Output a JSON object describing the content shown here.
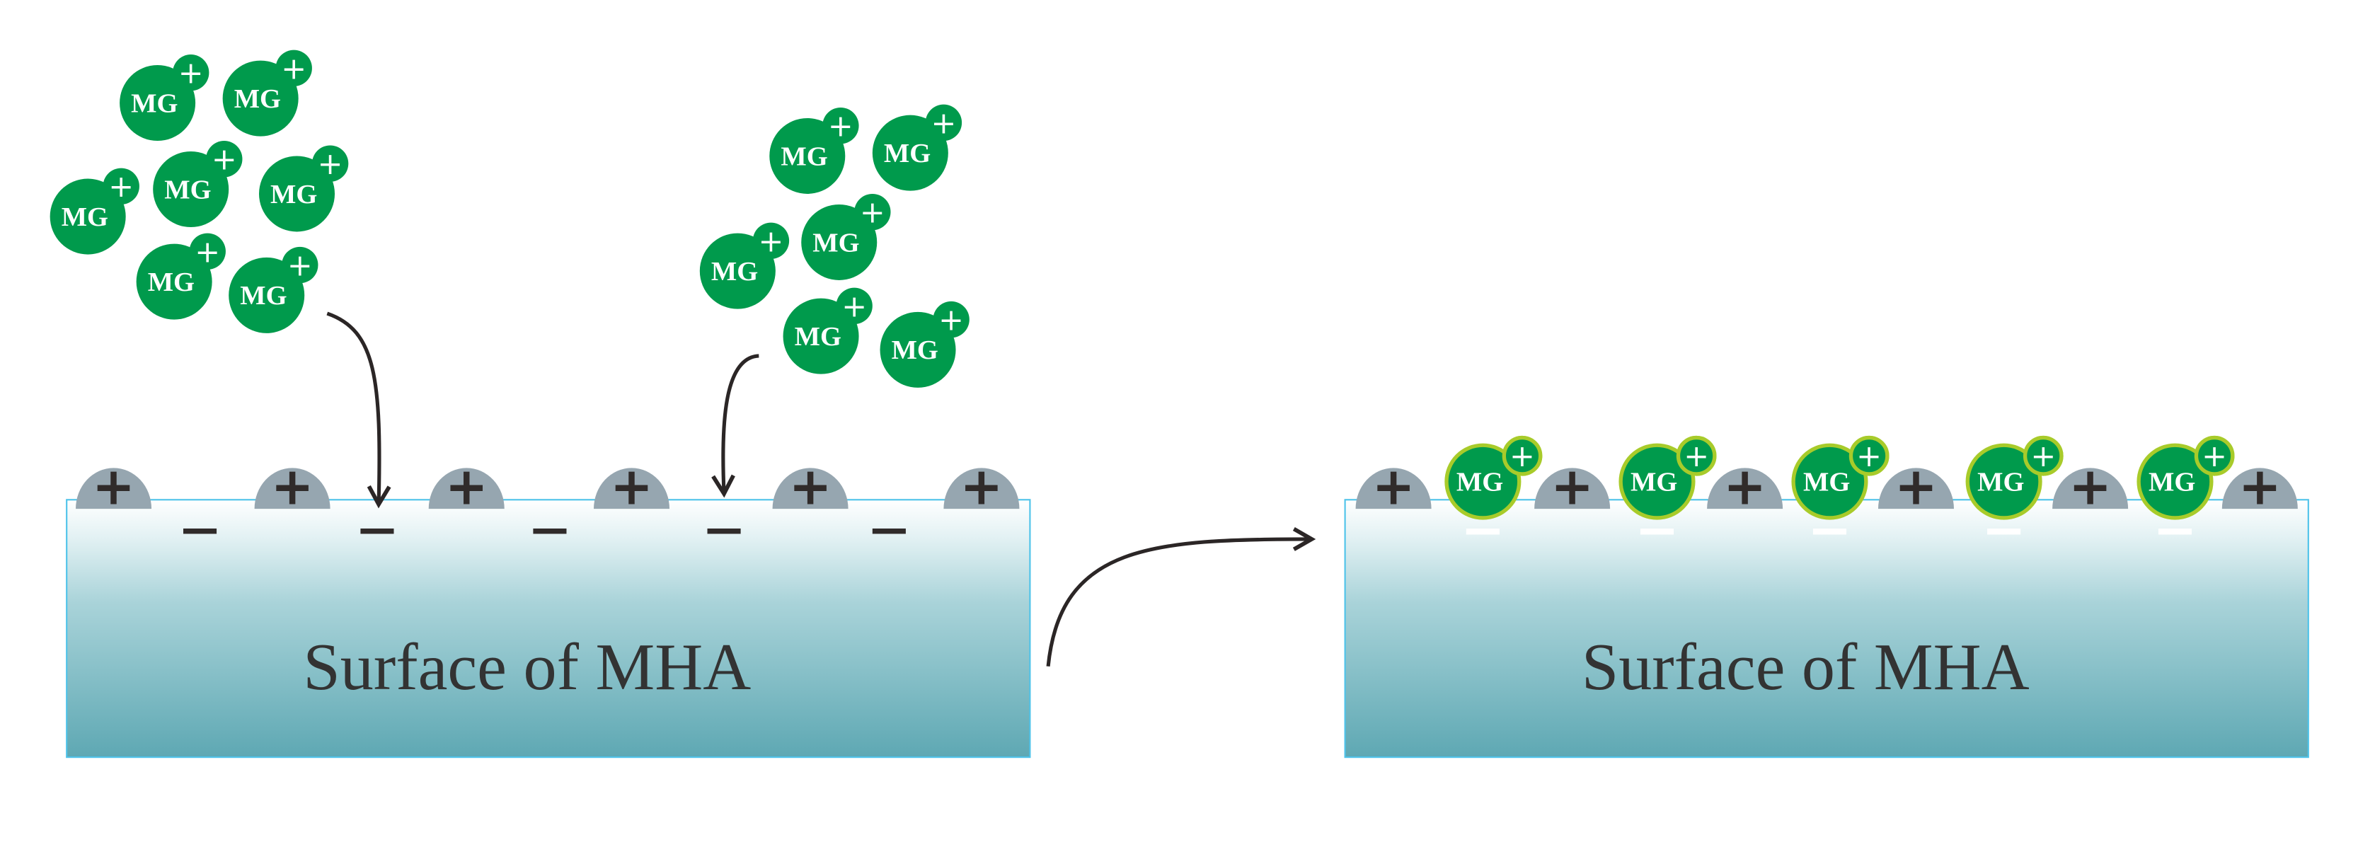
{
  "left_panel": {
    "label": "Surface of MHA"
  },
  "right_panel": {
    "label": "Surface of MHA"
  },
  "ion": {
    "label": "MG",
    "charge": "+"
  },
  "surface_site": {
    "charge": "+"
  },
  "surface_charge": {
    "negative": "−"
  },
  "colors": {
    "ion_green": "#009a4c",
    "ion_outline_bound": "#a8cb2a",
    "site_gray": "#96a6b0",
    "sign_dark": "#302b2a",
    "surface_top": "#ffffff",
    "surface_mid": "#a9d3d9",
    "surface_bottom": "#5ea8b3",
    "surface_border": "#4fc3ea",
    "arrow": "#2b2626"
  }
}
